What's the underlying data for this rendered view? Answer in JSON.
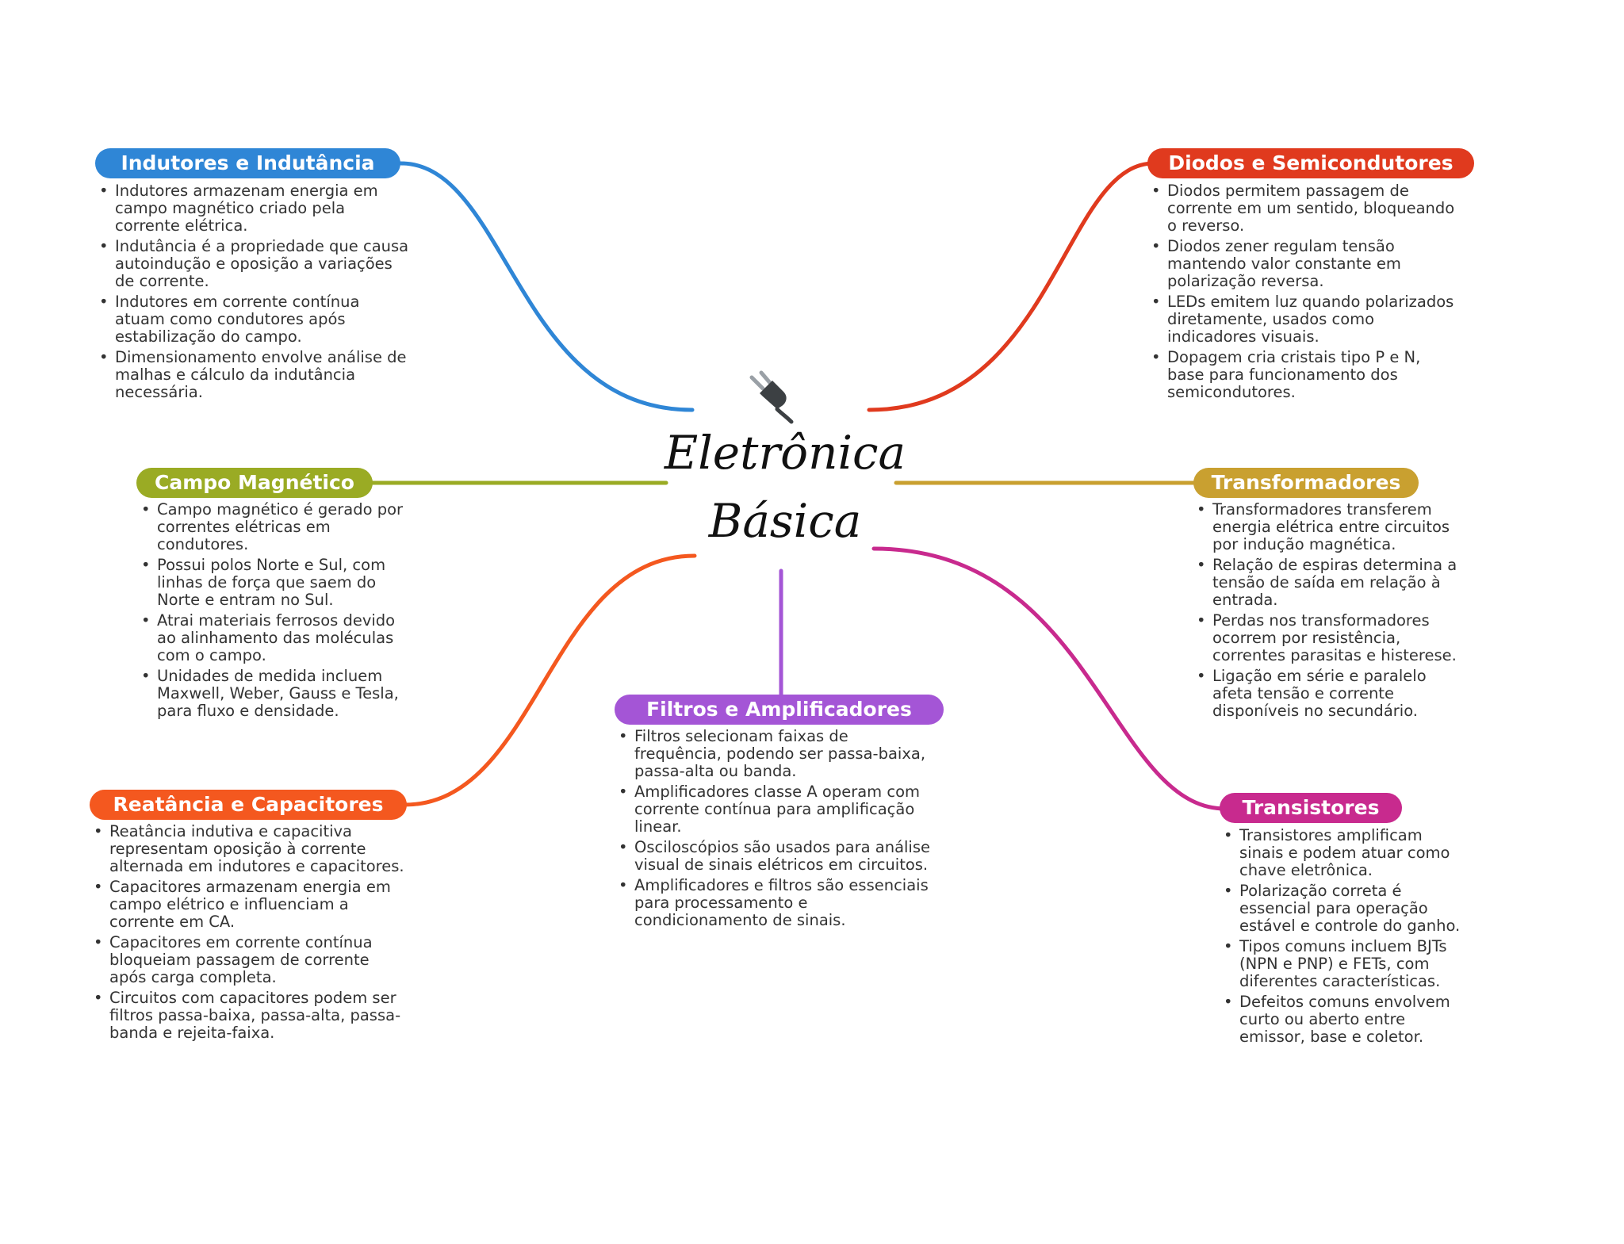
{
  "center": {
    "title_line1": "Eletrônica",
    "title_line2": "Básica",
    "icon": "electric-plug-icon"
  },
  "topics": [
    {
      "id": "indutores",
      "title": "Indutores e Indutância",
      "color": "#2f86d6",
      "notes": [
        "Indutores armazenam energia em campo magnético criado pela corrente elétrica.",
        "Indutância é a propriedade que causa autoindução e oposição a variações de corrente.",
        "Indutores em corrente contínua atuam como condutores após estabilização do campo.",
        "Dimensionamento envolve análise de malhas e cálculo da indutância necessária."
      ]
    },
    {
      "id": "campo",
      "title": "Campo Magnético",
      "color": "#9aab24",
      "notes": [
        "Campo magnético é gerado por correntes elétricas em condutores.",
        "Possui polos Norte e Sul, com linhas de força que saem do Norte e entram no Sul.",
        "Atrai materiais ferrosos devido ao alinhamento das moléculas com o campo.",
        "Unidades de medida incluem Maxwell, Weber, Gauss e Tesla, para fluxo e densidade."
      ]
    },
    {
      "id": "reatancia",
      "title": "Reatância e Capacitores",
      "color": "#f4581f",
      "notes": [
        "Reatância indutiva e capacitiva representam oposição à corrente alternada em indutores e capacitores.",
        "Capacitores armazenam energia em campo elétrico e influenciam a corrente em CA.",
        "Capacitores em corrente contínua bloqueiam passagem de corrente após carga completa.",
        "Circuitos com capacitores podem ser filtros passa-baixa, passa-alta, passa-banda e rejeita-faixa."
      ]
    },
    {
      "id": "filtros",
      "title": "Filtros e Amplificadores",
      "color": "#a455d6",
      "notes": [
        "Filtros selecionam faixas de frequência, podendo ser passa-baixa, passa-alta ou banda.",
        "Amplificadores classe A operam com corrente contínua para amplificação linear.",
        "Osciloscópios são usados para análise visual de sinais elétricos em circuitos.",
        "Amplificadores e filtros são essenciais para processamento e condicionamento de sinais."
      ]
    },
    {
      "id": "diodos",
      "title": "Diodos e Semicondutores",
      "color": "#e03a1e",
      "notes": [
        "Diodos permitem passagem de corrente em um sentido, bloqueando o reverso.",
        "Diodos zener regulam tensão mantendo valor constante em polarização reversa.",
        "LEDs emitem luz quando polarizados diretamente, usados como indicadores visuais.",
        "Dopagem cria cristais tipo P e N, base para funcionamento dos semicondutores."
      ]
    },
    {
      "id": "transformadores",
      "title": "Transformadores",
      "color": "#c9a030",
      "notes": [
        "Transformadores transferem energia elétrica entre circuitos por indução magnética.",
        "Relação de espiras determina a tensão de saída em relação à entrada.",
        "Perdas nos transformadores ocorrem por resistência, correntes parasitas e histerese.",
        "Ligação em série e paralelo afeta tensão e corrente disponíveis no secundário."
      ]
    },
    {
      "id": "transistores",
      "title": "Transistores",
      "color": "#c82a8e",
      "notes": [
        "Transistores amplificam sinais e podem atuar como chave eletrônica.",
        "Polarização correta é essencial para operação estável e controle do ganho.",
        "Tipos comuns incluem BJTs (NPN e PNP) e FETs, com diferentes características.",
        "Defeitos comuns envolvem curto ou aberto entre emissor, base e coletor."
      ]
    }
  ]
}
